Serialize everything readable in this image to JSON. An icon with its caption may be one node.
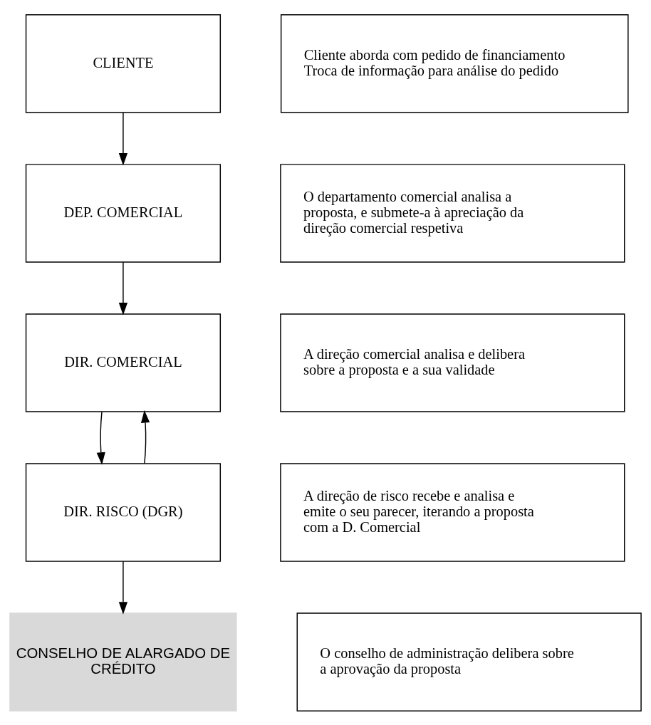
{
  "diagram": {
    "nodes": [
      {
        "text": [
          "CLIENTE"
        ]
      },
      {
        "text": [
          "DEP. COMERCIAL"
        ]
      },
      {
        "text": [
          "DIR. COMERCIAL"
        ]
      },
      {
        "text": [
          "DIR. RISCO (DGR)"
        ]
      },
      {
        "text": [
          "CONSELHO DE ALARGADO DE CRÉDITO"
        ]
      },
      {
        "text": [
          "Cliente aborda com pedido de financiamento",
          "Troca de informação para análise do pedido"
        ]
      },
      {
        "text": [
          "O departamento comercial analisa a proposta, e submete-a à apreciação da direção comercial respetiva"
        ]
      },
      {
        "text": [
          "A direção comercial analisa e delibera sobre a proposta e a sua validade"
        ]
      },
      {
        "text": [
          "A direção de risco recebe e analisa e emite o seu parecer, iterando a proposta com a D. Comercial"
        ]
      },
      {
        "text": [
          "O conselho de administração delibera sobre a aprovação da proposta"
        ]
      }
    ],
    "edges": [
      {
        "from": 0,
        "to": 1,
        "arrow": "to"
      },
      {
        "from": 1,
        "to": 2,
        "arrow": "to"
      },
      {
        "from": 2,
        "to": 3,
        "arrow": "to"
      },
      {
        "from": 3,
        "to": 2,
        "arrow": "to"
      },
      {
        "from": 3,
        "to": 4,
        "arrow": "to"
      }
    ]
  }
}
